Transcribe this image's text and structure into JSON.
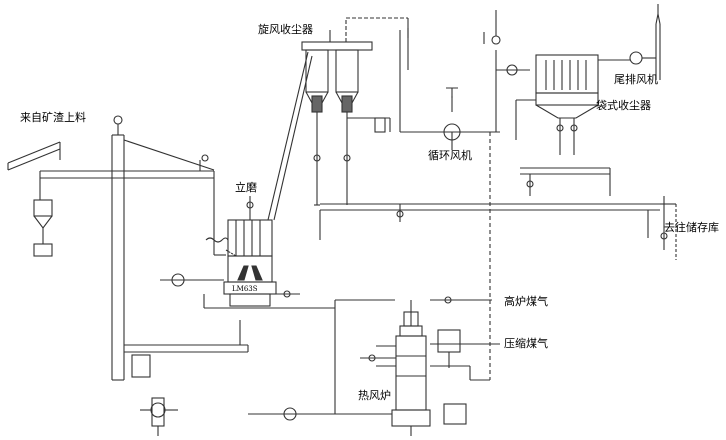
{
  "labels": {
    "feed": "来自矿渣上料",
    "cyclone": "旋风收尘器",
    "mill": "立磨",
    "mill_model": "LM63S",
    "circ_fan": "循环风机",
    "tail_fan": "尾排风机",
    "bag_filter": "袋式收尘器",
    "storage": "去往储存库",
    "bf_gas": "高炉煤气",
    "comp_gas": "压缩煤气",
    "hot_stove": "热风炉"
  },
  "colors": {
    "line": "#333333",
    "text": "#000000"
  }
}
